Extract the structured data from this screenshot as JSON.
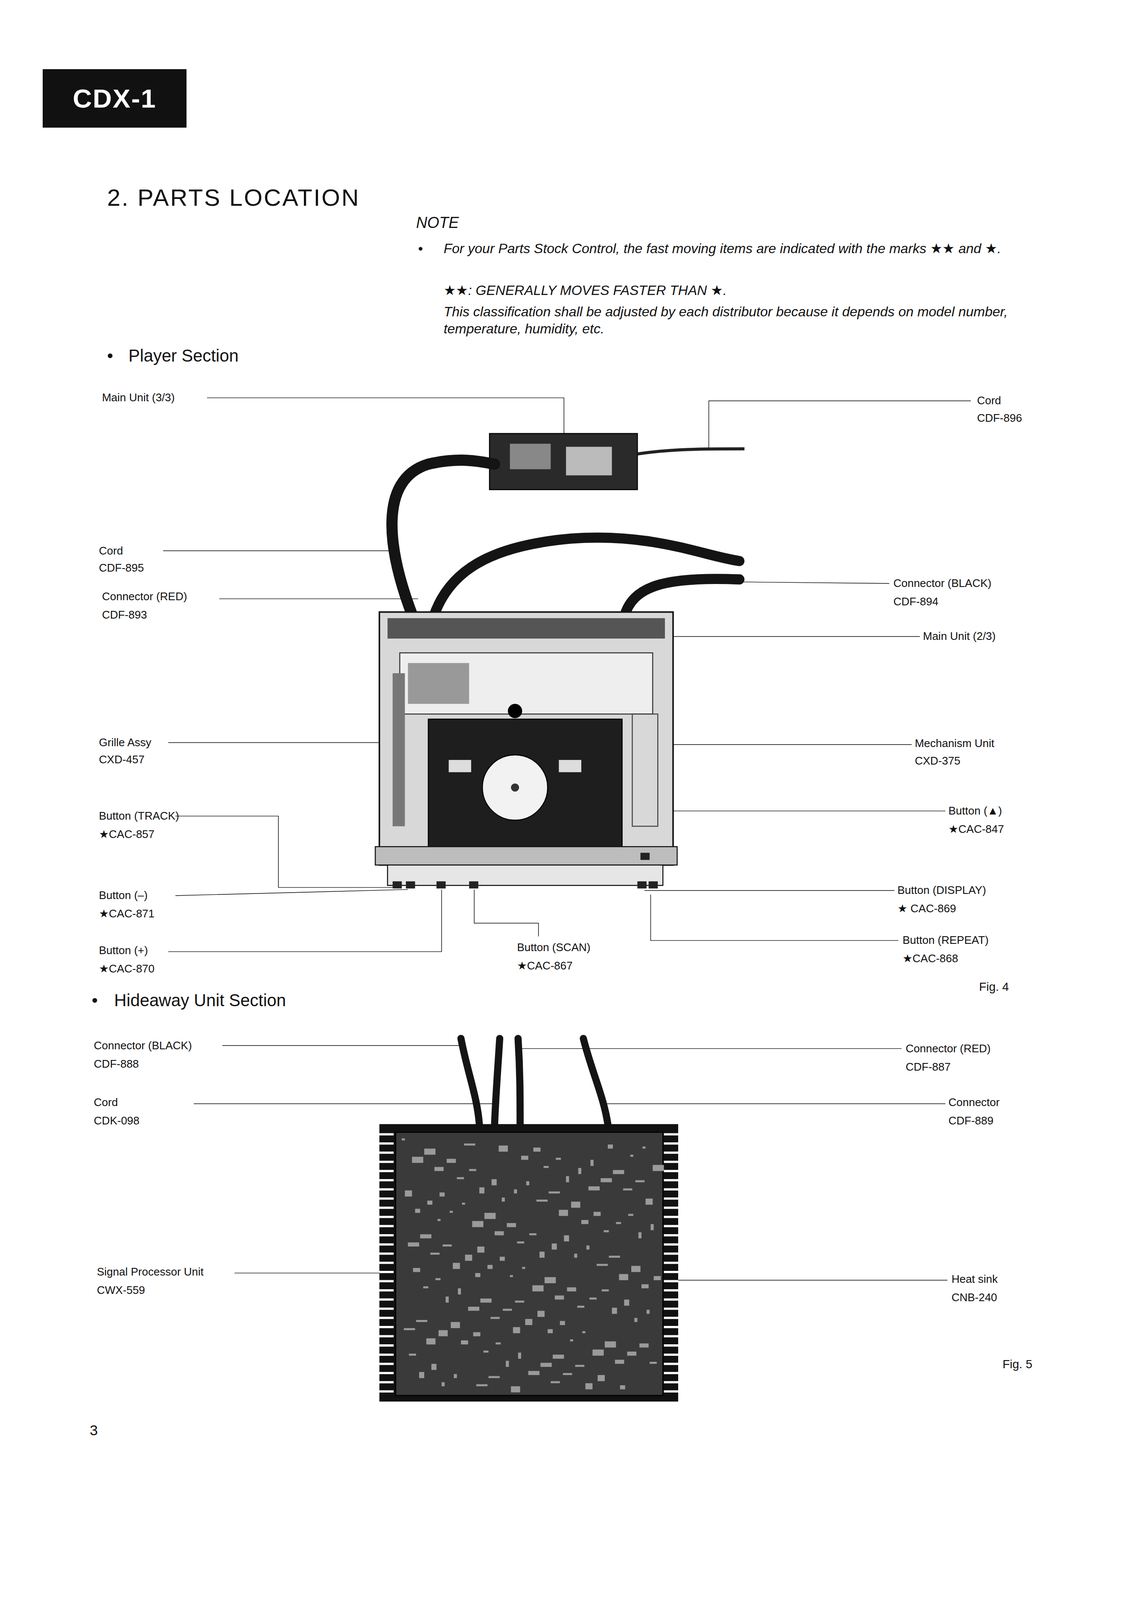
{
  "diagram": {
    "title": "2. PARTS LOCATION",
    "nodes": [
      {
        "text": [
          "CDX-1"
        ]
      }
    ],
    "labels": [
      "NOTE",
      "•",
      "For your Parts Stock Control, the fast moving items are indicated with the marks ★★ and ★.",
      "★★: GENERALLY MOVES FASTER THAN ★.",
      "This classification shall be adjusted by each distributor because it depends on model number, temperature, humidity, etc.",
      "•",
      "Player Section",
      "Main Unit (3/3)",
      "Cord",
      "CDF-896",
      "Cord",
      "CDF-895",
      "Connector (RED)",
      "CDF-893",
      "Connector (BLACK)",
      "CDF-894",
      "Main Unit (2/3)",
      "Grille Assy",
      "CXD-457",
      "Mechanism Unit",
      "CXD-375",
      "Button (TRACK)",
      "★CAC-857",
      "Button (▲)",
      "★CAC-847",
      "Button (–)",
      "★CAC-871",
      "Button (DISPLAY)",
      "★ CAC-869",
      "Button (+)",
      "★CAC-870",
      "Button (SCAN)",
      "★CAC-867",
      "Button (REPEAT)",
      "★CAC-868",
      "Fig. 4",
      "•",
      "Hideaway Unit Section",
      "Connector (BLACK)",
      "CDF-888",
      "Connector (RED)",
      "CDF-887",
      "Cord",
      "CDK-098",
      "Connector",
      "CDF-889",
      "Signal Processor Unit",
      "CWX-559",
      "Heat sink",
      "CNB-240",
      "Fig. 5",
      "3"
    ]
  }
}
